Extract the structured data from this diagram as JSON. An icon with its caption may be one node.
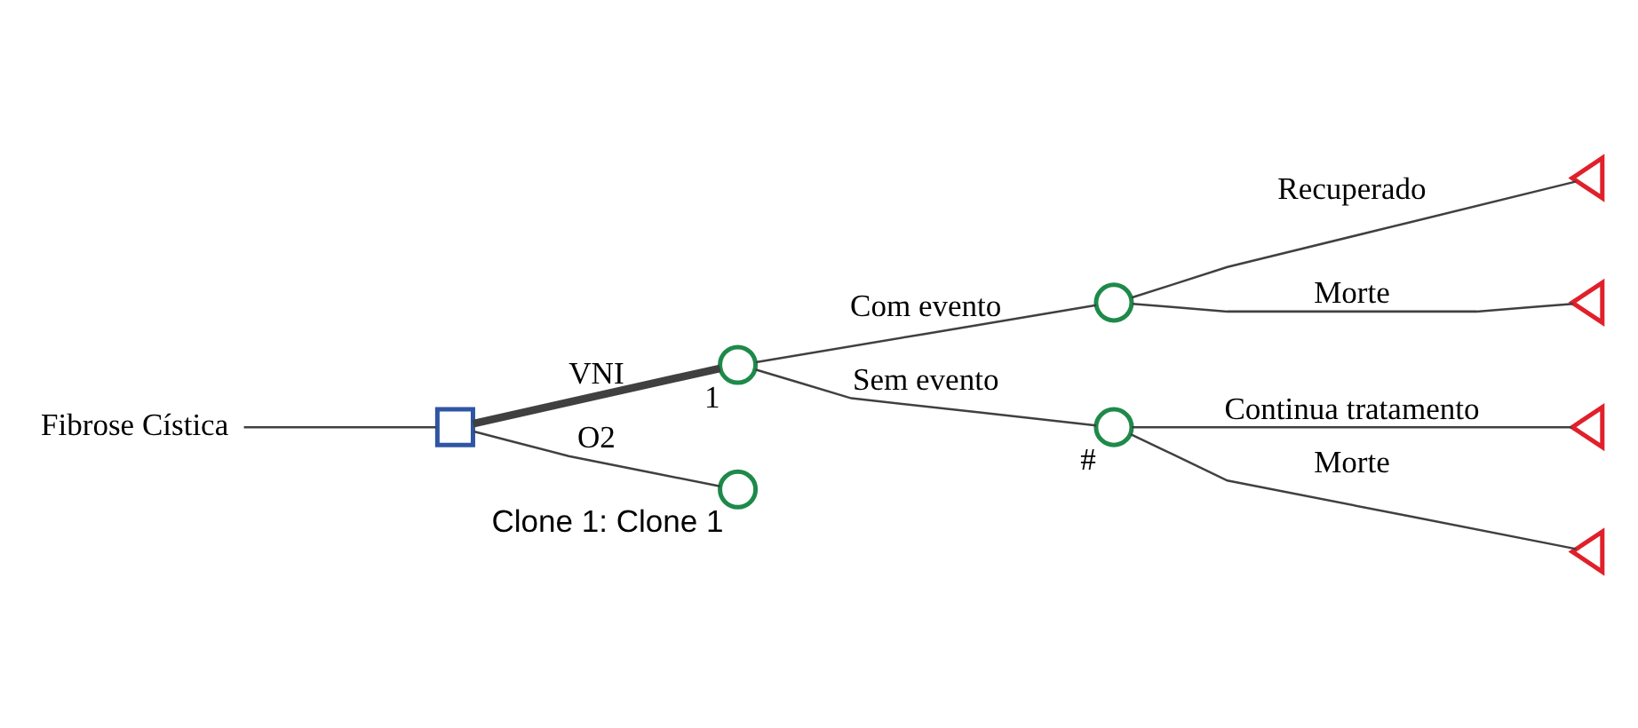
{
  "diagram": {
    "nodes": [
      {
        "text": [
          "Fibrose Cística"
        ]
      },
      {
        "text": [],
        "shape": "box"
      },
      {
        "text": [],
        "shape": "circle",
        "beside": [
          "1"
        ]
      },
      {
        "text": [],
        "shape": "circle",
        "beside": [
          "Clone 1: Clone 1"
        ]
      },
      {
        "text": [],
        "shape": "circle"
      },
      {
        "text": [],
        "shape": "circle",
        "beside": [
          "#"
        ]
      },
      {
        "text": [],
        "shape": "triangle"
      },
      {
        "text": [],
        "shape": "triangle"
      },
      {
        "text": [],
        "shape": "triangle"
      },
      {
        "text": [],
        "shape": "triangle"
      }
    ],
    "edges": [
      {
        "from": 0,
        "to": 1,
        "arrow": "none"
      },
      {
        "from": 1,
        "to": 2,
        "arrow": "none",
        "label": "VNI",
        "style": "thick"
      },
      {
        "from": 1,
        "to": 3,
        "arrow": "none",
        "label": "O2"
      },
      {
        "from": 2,
        "to": 4,
        "arrow": "none",
        "label": "Com evento"
      },
      {
        "from": 2,
        "to": 5,
        "arrow": "none",
        "label": "Sem evento"
      },
      {
        "from": 4,
        "to": 6,
        "arrow": "none",
        "label": "Recuperado"
      },
      {
        "from": 4,
        "to": 7,
        "arrow": "none",
        "label": "Morte"
      },
      {
        "from": 5,
        "to": 8,
        "arrow": "none",
        "label": "Continua tratamento"
      },
      {
        "from": 5,
        "to": 9,
        "arrow": "none",
        "label": "Morte"
      }
    ]
  }
}
